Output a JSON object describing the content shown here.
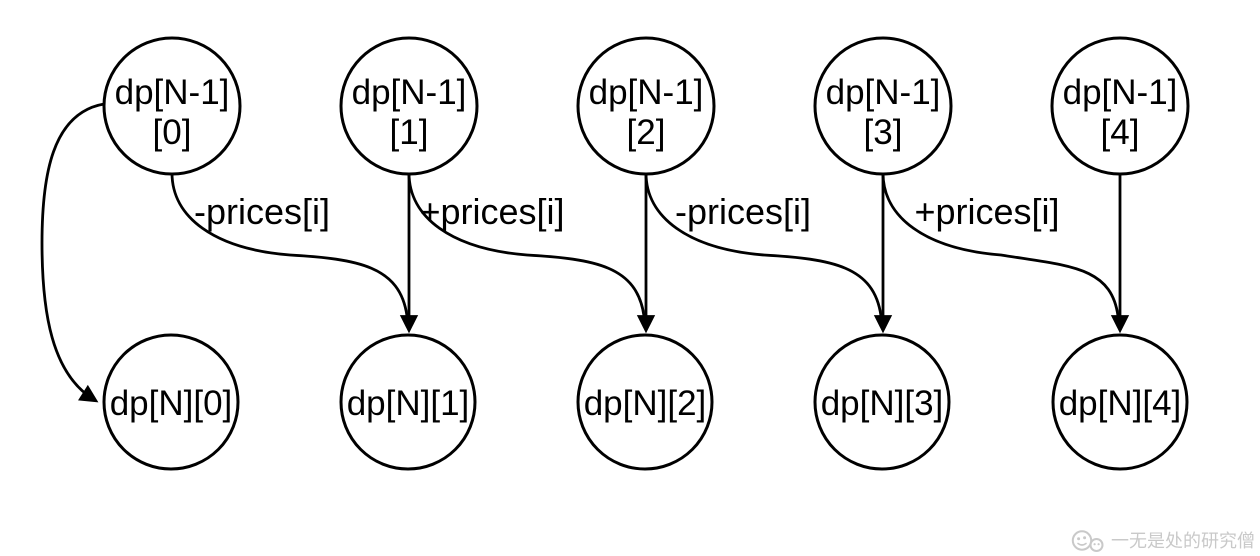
{
  "diagram": {
    "type": "dp-state-transition",
    "background_color": "#ffffff",
    "stroke_color": "#000000",
    "nodes_top": [
      {
        "id": "dp[N-1][0]",
        "line1": "dp[N-1]",
        "line2": "[0]"
      },
      {
        "id": "dp[N-1][1]",
        "line1": "dp[N-1]",
        "line2": "[1]"
      },
      {
        "id": "dp[N-1][2]",
        "line1": "dp[N-1]",
        "line2": "[2]"
      },
      {
        "id": "dp[N-1][3]",
        "line1": "dp[N-1]",
        "line2": "[3]"
      },
      {
        "id": "dp[N-1][4]",
        "line1": "dp[N-1]",
        "line2": "[4]"
      }
    ],
    "nodes_bottom": [
      {
        "id": "dp[N][0]",
        "label": "dp[N][0]"
      },
      {
        "id": "dp[N][1]",
        "label": "dp[N][1]"
      },
      {
        "id": "dp[N][2]",
        "label": "dp[N][2]"
      },
      {
        "id": "dp[N][3]",
        "label": "dp[N][3]"
      },
      {
        "id": "dp[N][4]",
        "label": "dp[N][4]"
      }
    ],
    "edges": [
      {
        "from": "dp[N-1][0]",
        "to": "dp[N][0]",
        "label": ""
      },
      {
        "from": "dp[N-1][0]",
        "to": "dp[N][1]",
        "label": "-prices[i]"
      },
      {
        "from": "dp[N-1][1]",
        "to": "dp[N][1]",
        "label": ""
      },
      {
        "from": "dp[N-1][1]",
        "to": "dp[N][2]",
        "label": "+prices[i]"
      },
      {
        "from": "dp[N-1][2]",
        "to": "dp[N][2]",
        "label": ""
      },
      {
        "from": "dp[N-1][2]",
        "to": "dp[N][3]",
        "label": "-prices[i]"
      },
      {
        "from": "dp[N-1][3]",
        "to": "dp[N][3]",
        "label": ""
      },
      {
        "from": "dp[N-1][3]",
        "to": "dp[N][4]",
        "label": "+prices[i]"
      },
      {
        "from": "dp[N-1][4]",
        "to": "dp[N][4]",
        "label": ""
      }
    ]
  },
  "watermark": {
    "icon": "wechat-watermark-icon",
    "text": "一无是处的研究僧",
    "color": "#c9c9c9"
  }
}
